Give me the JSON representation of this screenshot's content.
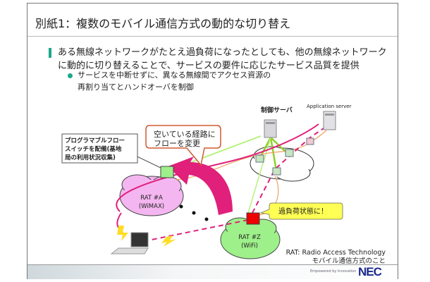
{
  "title": "別紙1：複数のモバイル通信方式の動的な切り替え",
  "bullet_main": "ある無線ネットワークがたとえ過負荷になったとしても、他の無線ネットワークに動的に切り替えることで、サービスの要件に応じたサービス品質を提供",
  "bullet_sub_1": "サービスを中断せずに、異なる無線間でアクセス資源の",
  "bullet_sub_2": "再割り当てとハンドオーバを制御",
  "diagram": {
    "control_server": "制御サーバ",
    "app_server": "Application server",
    "callout_route_1": "空いている経路に",
    "callout_route_2": "フローを変更",
    "switch_label_1": "プログラマブルフロー",
    "switch_label_2": "スイッチを配備(基地",
    "switch_label_3": "局の利用状況収集)",
    "rat_a_1": "RAT #A",
    "rat_a_2": "(WiMAX)",
    "rat_z_1": "RAT #Z",
    "rat_z_2": "(WiFi)",
    "overload": "過負荷状態に！"
  },
  "note_1": "RAT: Radio Access Technology",
  "note_2": "モバイル通信方式のこと",
  "footer": {
    "tagline": "Empowered by Innovation",
    "logo": "NEC"
  },
  "colors": {
    "accent": "#1aa88a",
    "magenta": "#e0207a",
    "green_cloud": "#9ef08a",
    "pink_cloud": "#f4b6f0",
    "nec_blue": "#1b2a8c"
  }
}
